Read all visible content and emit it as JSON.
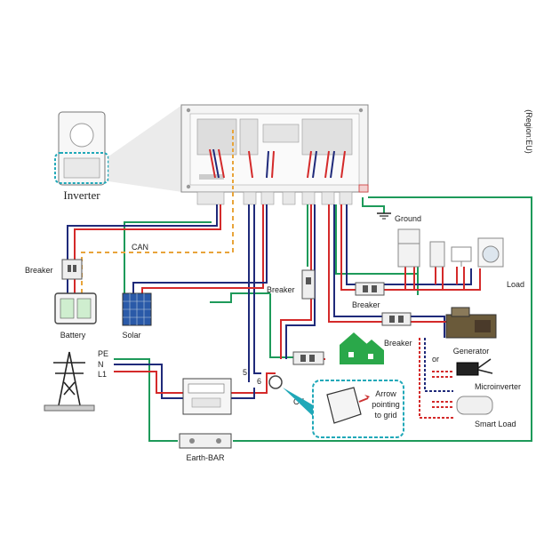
{
  "labels": {
    "region": "(Region:EU)",
    "inverter": "Inverter",
    "ground": "Ground",
    "can": "CAN",
    "breaker_battery": "Breaker",
    "battery": "Battery",
    "solar": "Solar",
    "breaker_mid": "Breaker",
    "breaker_load": "Breaker",
    "load": "Load",
    "breaker_gen": "Breaker",
    "generator": "Generator",
    "or": "or",
    "microinverter": "Microinverter",
    "smart_load": "Smart Load",
    "pe": "PE",
    "n": "N",
    "l1": "L1",
    "wire_5": "5",
    "wire_6": "6",
    "ct": "CT",
    "arrow_line1": "Arrow",
    "arrow_line2": "pointing",
    "arrow_line3": "to grid",
    "earth_bar": "Earth-BAR"
  },
  "colors": {
    "wire_red": "#d42a2a",
    "wire_blue": "#1f2a7a",
    "wire_green": "#1e9a5a",
    "wire_orange": "#e8a43a",
    "callout_teal": "#20a8b8",
    "house_green": "#2aa84a",
    "outline": "#555555"
  }
}
